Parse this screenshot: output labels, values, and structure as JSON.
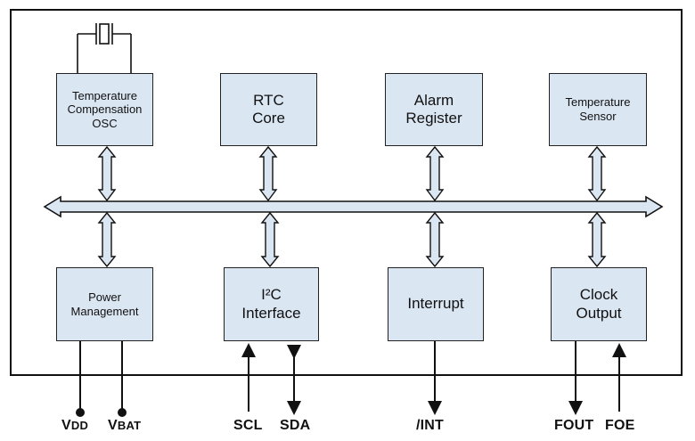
{
  "blocks": {
    "temp_comp_osc": "Temperature\nCompensation\nOSC",
    "rtc_core": "RTC\nCore",
    "alarm_register": "Alarm\nRegister",
    "temperature_sensor": "Temperature\nSensor",
    "power_management": "Power\nManagement",
    "i2c_interface": "I²C\nInterface",
    "interrupt": "Interrupt",
    "clock_output": "Clock\nOutput"
  },
  "pins": {
    "vdd_main": "V",
    "vdd_sub": "DD",
    "vbat_main": "V",
    "vbat_sub": "BAT",
    "scl": "SCL",
    "sda": "SDA",
    "int": "/INT",
    "fout": "FOUT",
    "foe": "FOE"
  }
}
